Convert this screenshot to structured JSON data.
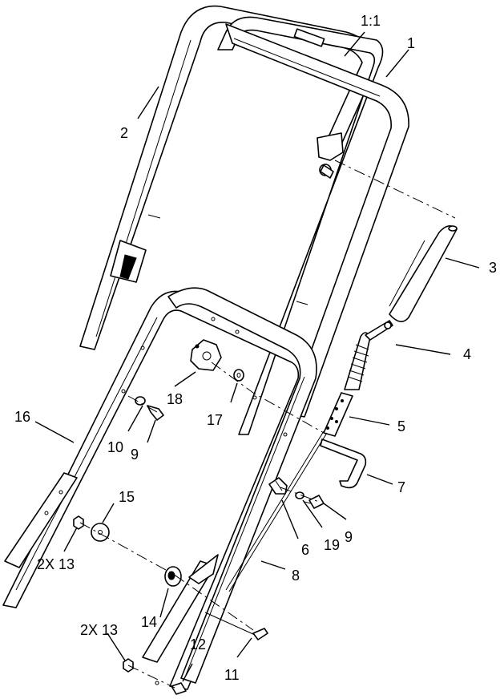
{
  "callouts": [
    {
      "id": "c-1-1",
      "text": "1:1"
    },
    {
      "id": "c-1",
      "text": "1"
    },
    {
      "id": "c-2",
      "text": "2"
    },
    {
      "id": "c-3",
      "text": "3"
    },
    {
      "id": "c-4",
      "text": "4"
    },
    {
      "id": "c-5",
      "text": "5"
    },
    {
      "id": "c-6",
      "text": "6"
    },
    {
      "id": "c-7",
      "text": "7"
    },
    {
      "id": "c-8",
      "text": "8"
    },
    {
      "id": "c-9a",
      "text": "9"
    },
    {
      "id": "c-9b",
      "text": "9"
    },
    {
      "id": "c-10",
      "text": "10"
    },
    {
      "id": "c-11",
      "text": "11"
    },
    {
      "id": "c-12",
      "text": "12"
    },
    {
      "id": "c-13a",
      "text": "2X 13"
    },
    {
      "id": "c-13b",
      "text": "2X 13"
    },
    {
      "id": "c-14",
      "text": "14"
    },
    {
      "id": "c-15",
      "text": "15"
    },
    {
      "id": "c-16",
      "text": "16"
    },
    {
      "id": "c-17",
      "text": "17"
    },
    {
      "id": "c-18",
      "text": "18"
    },
    {
      "id": "c-19",
      "text": "19"
    }
  ]
}
